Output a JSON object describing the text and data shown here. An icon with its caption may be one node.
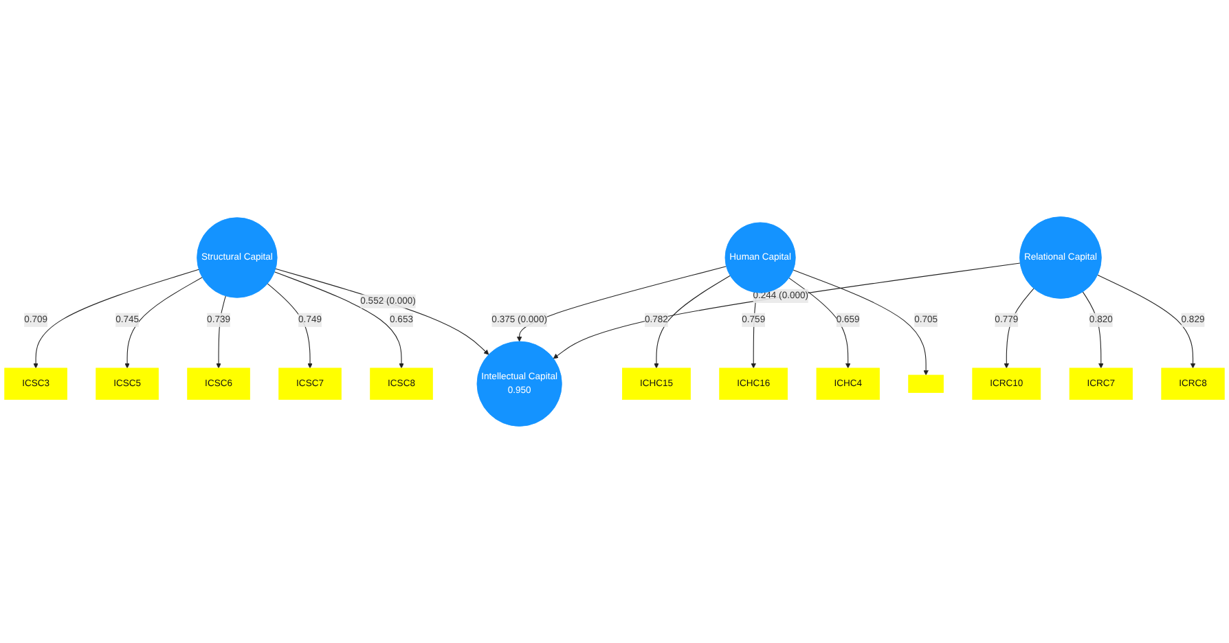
{
  "diagram": {
    "nodes": [
      {
        "text": [
          "Structural Capital"
        ]
      },
      {
        "text": [
          "ICSC3"
        ]
      },
      {
        "text": [
          "ICSC5"
        ]
      },
      {
        "text": [
          "ICSC6"
        ]
      },
      {
        "text": [
          "ICSC7"
        ]
      },
      {
        "text": [
          "ICSC8"
        ]
      },
      {
        "text": [
          "Human Capital"
        ]
      },
      {
        "text": [
          "ICHC15"
        ]
      },
      {
        "text": [
          "ICHC16"
        ]
      },
      {
        "text": [
          "ICHC4"
        ]
      },
      {
        "text": [],
        "shape": "box"
      },
      {
        "text": [
          "Intellectual Capital",
          "0.950"
        ]
      },
      {
        "text": [
          "Relational Capital"
        ]
      },
      {
        "text": [
          "ICRC10"
        ]
      },
      {
        "text": [
          "ICRC7"
        ]
      },
      {
        "text": [
          "ICRC8"
        ]
      }
    ],
    "edges": [
      {
        "from": 0,
        "to": 1,
        "arrow": "to",
        "label": "0.709"
      },
      {
        "from": 0,
        "to": 2,
        "arrow": "to",
        "label": "0.745"
      },
      {
        "from": 0,
        "to": 3,
        "arrow": "to",
        "label": "0.739"
      },
      {
        "from": 0,
        "to": 4,
        "arrow": "to",
        "label": "0.749"
      },
      {
        "from": 0,
        "to": 5,
        "arrow": "to",
        "label": "0.653"
      },
      {
        "from": 6,
        "to": 7,
        "arrow": "to",
        "label": "0.782"
      },
      {
        "from": 6,
        "to": 8,
        "arrow": "to",
        "label": "0.759"
      },
      {
        "from": 6,
        "to": 9,
        "arrow": "to",
        "label": "0.659"
      },
      {
        "from": 6,
        "to": 10,
        "arrow": "to",
        "label": "0.705"
      },
      {
        "from": 0,
        "to": 11,
        "arrow": "to",
        "label": "0.552 (0.000)"
      },
      {
        "from": 6,
        "to": 11,
        "arrow": "to",
        "label": "0.375 (0.000)"
      },
      {
        "from": 12,
        "to": 11,
        "arrow": "to",
        "label": "0.244 (0.000)"
      },
      {
        "from": 12,
        "to": 13,
        "arrow": "to",
        "label": "0.779"
      },
      {
        "from": 12,
        "to": 14,
        "arrow": "to",
        "label": "0.820"
      },
      {
        "from": 12,
        "to": 15,
        "arrow": "to",
        "label": "0.829"
      }
    ]
  }
}
